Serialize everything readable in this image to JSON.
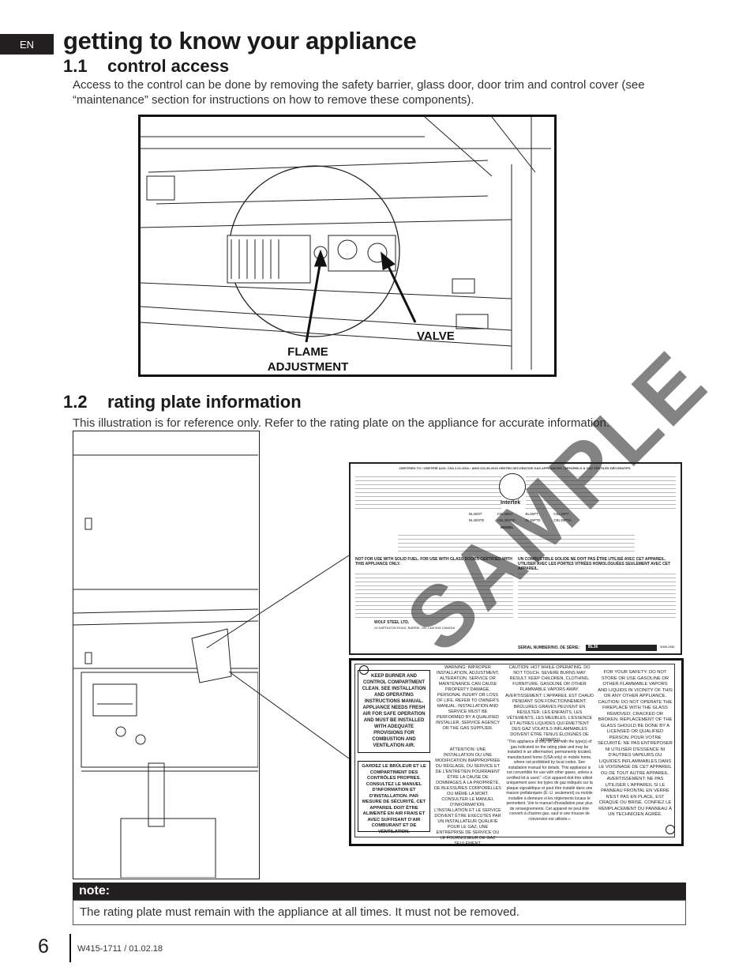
{
  "header": {
    "lang_tab": "EN",
    "title": "getting to know your appliance"
  },
  "section1": {
    "number": "1.1",
    "title": "control access",
    "body": "Access to the control can be done by removing the safety barrier, glass door, door trim and control cover (see “maintenance” section for instructions on how to remove these components).",
    "figure_labels": {
      "valve": "VALVE",
      "flame": "FLAME ADJUSTMENT"
    }
  },
  "section2": {
    "number": "1.2",
    "title": "rating plate information",
    "body": "This illustration is for reference only. Refer to the rating plate on the appliance for accurate information.",
    "plate": {
      "header_line": "CERTIFIED TO / CERTIFIÉ AUX: CSA 2.22-2016 • ANSI Z21.50-2016 VENTED DECORATIVE GAS APPLIANCES / APPAREILS À GAZ VENTILÉS DÉCORATIFS",
      "intertek": "Intertek",
      "model_label": "MODEL",
      "models": [
        "BL36NT",
        "CBL36NT",
        "BL36PT",
        "CBL36PT",
        "BL36NTE",
        "CBL36NTE",
        "BL36PTE",
        "CBL36PTE"
      ],
      "warning_en": "NOT FOR USE WITH SOLID FUEL. FOR USE WITH GLASS DOORS CERTIFIED WITH THIS APPLIANCE ONLY.",
      "warning_fr": "UN COMBUSTIBLE SOLIDE NE DOIT PAS ÊTRE UTILISÉ AVEC CET APPAREIL. UTILISER AVEC LES PORTES VITRÉES HOMOLOGUÉES SEULEMENT AVEC CET APPAREIL.",
      "company": "WOLF STEEL LTD.",
      "address": "24 NAPOLEON ROAD, BARRIE, ON, L4M 0G8 CANADA",
      "serial_label": "SERIAL NUMBER/NO. DE SÉRIE:",
      "serial_value": "BL36",
      "code": "W385-2988",
      "box1": "KEEP BURNER AND CONTROL COMPARTMENT CLEAN. SEE INSTALLATION AND OPERATING INSTRUCTIONS MANUAL. APPLIANCE NEEDS FRESH AIR FOR SAFE OPERATION AND MUST BE INSTALLED WITH ADEQUATE PROVISIONS FOR COMBUSTION AND VENTILATION AIR.",
      "box2": "GARDEZ LE BRÛLEUR ET LE COMPARTIMENT DES CONTRÔLES PROPRES. CONSULTEZ LE MANUEL D'INFORMATION ET D'INSTALLATION. PAR MESURE DE SÉCURITÉ, CET APPAREIL DOIT ÊTRE ALIMENTÉ EN AIR FRAIS ET AVEC SUFFISANT D'AIR COMBURANT ET DE VENTILATION.",
      "warning_col": "WARNING: IMPROPER INSTALLATION, ADJUSTMENT, ALTERATION, SERVICE OR MAINTENANCE CAN CAUSE PROPERTY DAMAGE, PERSONAL INJURY OR LOSS OF LIFE. REFER TO OWNER'S MANUAL. INSTALLATION AND SERVICE MUST BE PERFORMED BY A QUALIFIED INSTALLER, SERVICE AGENCY OR THE GAS SUPPLIER.",
      "attention_col": "ATTENTION: UNE INSTALLATION OU UNE MODIFICATION INAPPROPRIÉE DU RÉGLAGE, DU SERVICE ET DE L'ENTRETIEN POURRAIENT ÊTRE LA CAUSE DE DOMMAGES À LA PROPRIÉTÉ, DE BLESSURES CORPORELLES OU MÊME LA MORT. CONSULTER LE MANUEL D'INFORMATION. L'INSTALLATION ET LE SERVICE DOIVENT ÊTRE EXÉCUTÉS PAR UN INSTALLATEUR QUALIFIÉ POUR LE GAZ, UNE ENTREPRISE DE SERVICE OU LE FOURNISSEUR DE GAZ SEULEMENT.",
      "caution_col": "CAUTION: HOT WHILE OPERATING. DO NOT TOUCH. SEVERE BURNS MAY RESULT. KEEP CHILDREN, CLOTHING, FURNITURE, GASOLINE OR OTHER FLAMMABLE VAPORS AWAY.",
      "avert_col": "AVERTISSEMENT: L'APPAREIL EST CHAUD PENDANT SON FONCTIONNEMENT. BRÛLURES GRAVES PEUVENT EN RÉSULTER. LES ENFANTS, LES VÊTEMENTS, LES MEUBLES, L'ESSENCE ET AUTRES LIQUIDES QUI ÉMETTENT DES GAZ VOLATILS INFLAMMABLES DOIVENT ÊTRE TENUS ÉLOIGNÉS DE L'APPAREIL.",
      "conversion_col": "“This appliance is only for use with the type(s) of gas indicated on the rating plate and may be installed in an aftermarket, permanently located, manufactured home (USA only) or mobile home, where not prohibited by local codes. See installation manual for details. This appliance is not convertible for use with other gases, unless a certified kit is used.” «Cet appareil doit être utilisé uniquement avec les types de gaz indiqués sur la plaque signalétique et peut être installé dans une maison préfabriquée (É.-U. seulement) ou mobile installée à demeure si les règlements locaux le permettent. Voir le manuel d'installation pour plus de renseignements. Cet appareil ne peut être converti à d'autres gaz, sauf si une trousse de conversion est utilisée.»",
      "safety_col": "FOR YOUR SAFETY: DO NOT STORE OR USE GASOLINE OR OTHER FLAMMABLE VAPORS AND LIQUIDS IN VICINITY OF THIS OR ANY OTHER APPLIANCE. CAUTION: DO NOT OPERATE THE FIREPLACE WITH THE GLASS REMOVED, CRACKED OR BROKEN. REPLACEMENT OF THE GLASS SHOULD BE DONE BY A LICENSED OR QUALIFIED PERSON. POUR VOTRE SÉCURITÉ: NE PAS ENTREPOSER NI UTILISER D'ESSENCE NI D'AUTRES VAPEURS OU LIQUIDES INFLAMMABLES DANS LE VOISINAGE DE CET APPAREIL OU DE TOUT AUTRE APPAREIL. AVERTISSEMENT: NE PAS UTILISER L'APPAREIL SI LE PANNEAU FRONTAL EN VERRE N'EST PAS EN PLACE, EST CRAQUÉ OU BRISÉ. CONFIEZ LE REMPLACEMENT DU PANNEAU À UN TECHNICIEN AGRÉÉ.",
      "watermark": "SAMPLE"
    }
  },
  "note": {
    "heading": "note:",
    "body": "The rating plate must remain with the appliance at all times. It must not be removed."
  },
  "footer": {
    "page_number": "6",
    "doc_id": "W415-1711 / 01.02.18"
  }
}
